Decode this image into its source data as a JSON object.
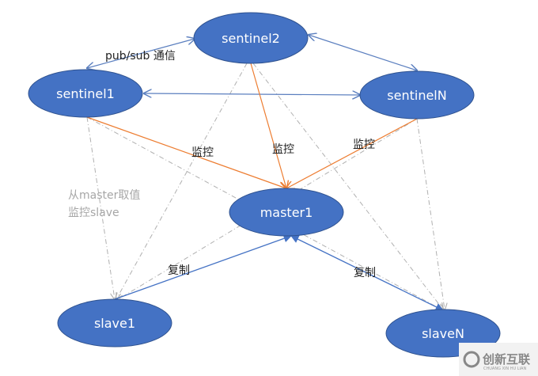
{
  "colors": {
    "node_fill": "#4472c4",
    "node_stroke": "#2f528f",
    "comm_line": "#5b7fbf",
    "monitor_line": "#ed7d31",
    "dashed_line": "#b0b0b0",
    "replication_line": "#4472c4"
  },
  "nodes": {
    "sentinel1": "sentinel1",
    "sentinel2": "sentinel2",
    "sentinelN": "sentinelN",
    "master1": "master1",
    "slave1": "slave1",
    "slaveN": "slaveN"
  },
  "labels": {
    "pubsub": "pub/sub 通信",
    "monitor1": "监控",
    "monitor2": "监控",
    "monitor3": "监控",
    "note_line1": "从master取值",
    "note_line2": "监控slave",
    "replicate1": "复制",
    "replicate2": "复制"
  },
  "watermark": {
    "text": "创新互联",
    "sub": "CHUANG XIN HU LIAN"
  }
}
